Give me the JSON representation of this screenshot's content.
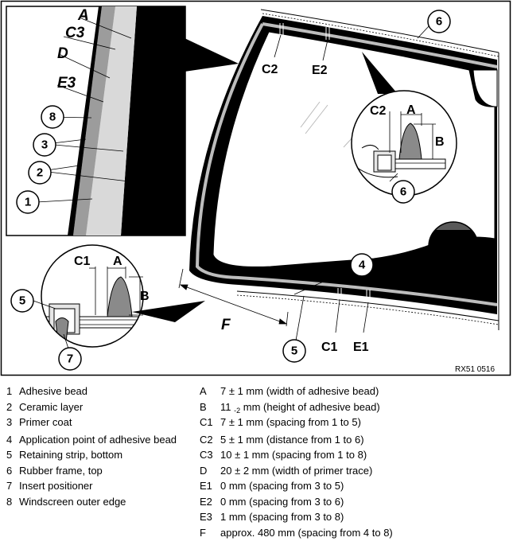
{
  "figure": {
    "reference": "RX51 0516",
    "callouts": {
      "A": "A",
      "C3": "C3",
      "D": "D",
      "E3": "E3",
      "C2": "C2",
      "E2": "E2",
      "C1": "C1",
      "E1": "E1",
      "F": "F",
      "B": "B",
      "n1": "1",
      "n2": "2",
      "n3": "3",
      "n4": "4",
      "n5": "5",
      "n6": "6",
      "n7": "7",
      "n8": "8"
    },
    "colors": {
      "ceramic": "#000000",
      "primer": "#9c9c9c",
      "adhesive_strip": "#c8c8c8",
      "bead": "#8a8a8a",
      "glass_reflection": "#bdbdbd"
    }
  },
  "legend_left": [
    {
      "key": "1",
      "text": "Adhesive bead"
    },
    {
      "key": "2",
      "text": "Ceramic layer"
    },
    {
      "key": "3",
      "text": "Primer coat"
    },
    {
      "key": "4",
      "text": "Application point of adhesive bead"
    },
    {
      "key": "5",
      "text": "Retaining strip, bottom"
    },
    {
      "key": "6",
      "text": "Rubber frame, top"
    },
    {
      "key": "7",
      "text": "Insert positioner"
    },
    {
      "key": "8",
      "text": "Windscreen outer edge"
    }
  ],
  "legend_right": [
    {
      "key": "A",
      "text": "7 ± 1 mm (width of adhesive bead)"
    },
    {
      "key": "B",
      "pre": "11 ",
      "exp": "-2",
      "text": " mm (height of adhesive bead)"
    },
    {
      "key": "C1",
      "text": "7 ± 1 mm (spacing from 1 to 5)"
    },
    {
      "key": "C2",
      "text": "5 ± 1 mm (distance from 1 to 6)"
    },
    {
      "key": "C3",
      "text": "10 ± 1 mm (spacing from 1 to 8)"
    },
    {
      "key": "D",
      "text": "20 ± 2 mm (width of primer trace)"
    },
    {
      "key": "E1",
      "text": "0 mm (spacing from 3 to 5)"
    },
    {
      "key": "E2",
      "text": "0 mm (spacing from 3 to 6)"
    },
    {
      "key": "E3",
      "text": "1 mm (spacing from 3 to 8)"
    },
    {
      "key": "F",
      "text": "approx. 480 mm (spacing from 4 to 8)"
    }
  ]
}
